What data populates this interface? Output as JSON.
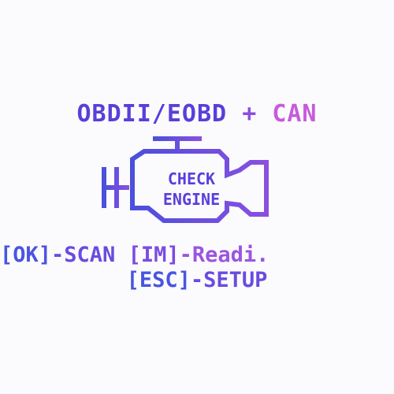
{
  "screen": {
    "title": {
      "protocol": "OBDII/EOBD",
      "plus": "+",
      "can": "CAN"
    },
    "engine_icon": {
      "line1": "CHECK",
      "line2": "ENGINE",
      "color": "#5b3edb"
    },
    "menu": {
      "ok_key": "[OK]",
      "ok_action": "-SCAN",
      "im_key": "[IM]",
      "im_action": "-Readi.",
      "esc_key": "[ESC]",
      "esc_action": "-SETUP"
    },
    "colors": {
      "background": "#fbfbfd",
      "primary": "#5a3fd9",
      "accent": "#c65bdc"
    }
  }
}
